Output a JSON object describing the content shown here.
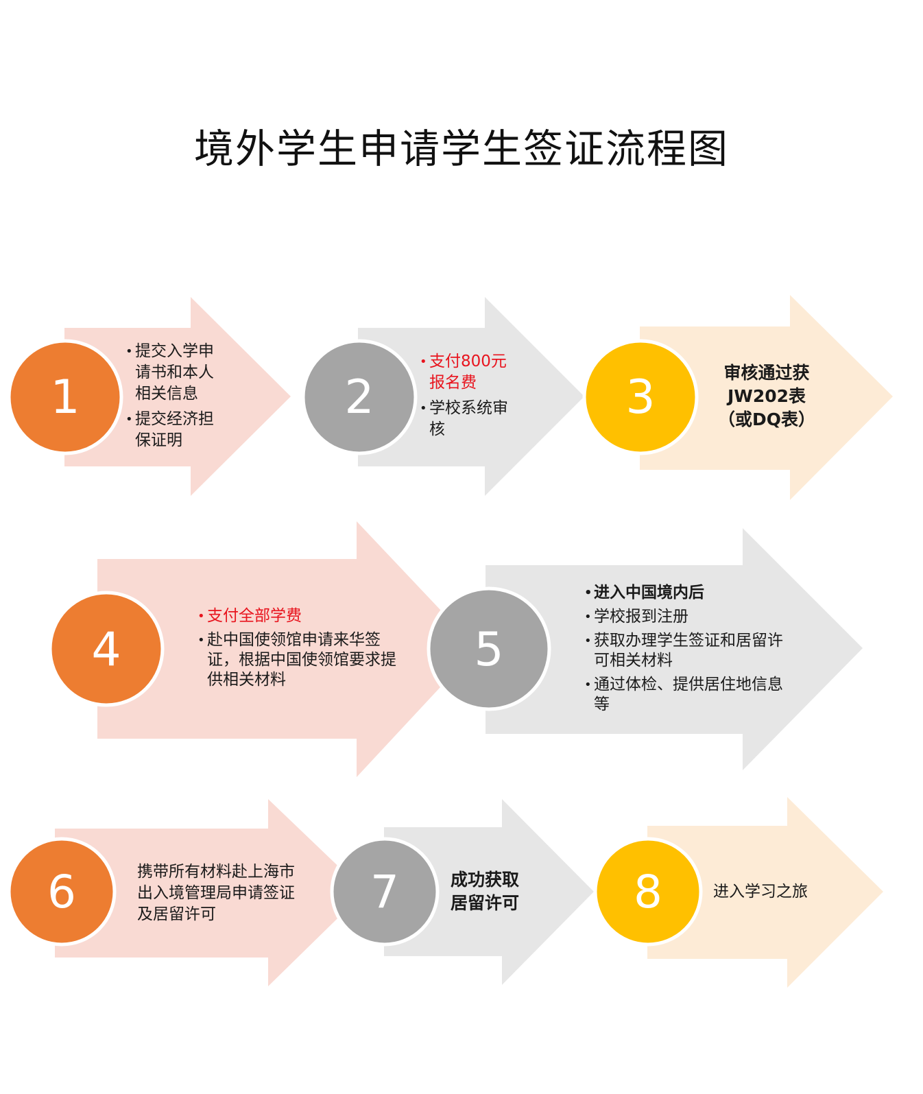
{
  "title": "境外学生申请学生签证流程图",
  "colors": {
    "orange": "#ED7D31",
    "gray": "#A5A5A5",
    "gold": "#FFC000",
    "pink_arrow": "#F9DAD3",
    "gray_arrow": "#E6E6E6",
    "cream_arrow": "#FDEBD6",
    "accent_red": "#E8141E"
  },
  "steps": [
    {
      "number": "1",
      "color": "orange",
      "items": [
        {
          "text": "提交入学申请书和本人相关信息",
          "style": "normal"
        },
        {
          "text": "提交经济担保证明",
          "style": "normal"
        }
      ]
    },
    {
      "number": "2",
      "color": "gray",
      "items": [
        {
          "text": "支付800元报名费",
          "style": "red"
        },
        {
          "text": "学校系统审核",
          "style": "normal"
        }
      ]
    },
    {
      "number": "3",
      "color": "gold",
      "text": "审核通过获JW202表（或DQ表）"
    },
    {
      "number": "4",
      "color": "orange",
      "items": [
        {
          "text": "支付全部学费",
          "style": "red"
        },
        {
          "text": "赴中国使领馆申请来华签证，根据中国使领馆要求提供相关材料",
          "style": "normal"
        }
      ]
    },
    {
      "number": "5",
      "color": "gray",
      "items": [
        {
          "text": "进入中国境内后",
          "style": "bold"
        },
        {
          "text": "学校报到注册",
          "style": "normal"
        },
        {
          "text": "获取办理学生签证和居留许可相关材料",
          "style": "normal"
        },
        {
          "text": "通过体检、提供居住地信息等",
          "style": "normal"
        }
      ]
    },
    {
      "number": "6",
      "color": "orange",
      "text": "携带所有材料赴上海市出入境管理局申请签证及居留许可"
    },
    {
      "number": "7",
      "color": "gray",
      "text": "成功获取居留许可"
    },
    {
      "number": "8",
      "color": "gold",
      "text": "进入学习之旅"
    }
  ]
}
